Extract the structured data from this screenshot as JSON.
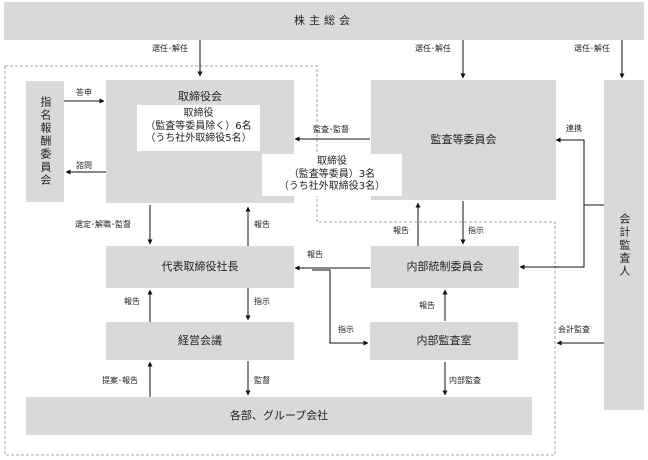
{
  "boxes": {
    "shareholders_meeting": "株主総会",
    "nomination_committee": "指名報酬委員会",
    "board": "取締役会",
    "audit_committee": "監査等委員会",
    "accounting_auditor": "会計監査人",
    "president": "代表取締役社長",
    "internal_control_committee": "内部統制委員会",
    "management_meeting": "経営会議",
    "internal_audit_office": "内部監査室",
    "departments": "各部、グループ会社"
  },
  "notes": {
    "board_directors": [
      "取締役",
      "（監査等委員除く）6名",
      "（うち社外取締役5名）"
    ],
    "audit_directors": [
      "取締役",
      "（監査等委員）3名",
      "（うち社外取締役3名）"
    ]
  },
  "labels": {
    "elect_1": "選任･解任",
    "elect_2": "選任･解任",
    "elect_3": "選任･解任",
    "report_answer": "答申",
    "inquiry": "諮問",
    "audit_supervise": "監査･監督",
    "cooperation": "連携",
    "appoint_dismiss_supervise": "選定･解職･監督",
    "report_board": "報告",
    "report_ac": "報告",
    "instruct_ac": "指示",
    "report_pres": "報告",
    "report_to_pres": "報告",
    "instruct_mgmt": "指示",
    "instruct_audit": "指示",
    "report_ica": "報告",
    "accounting_audit": "会計監査",
    "propose_report": "提案･報告",
    "supervise": "監督",
    "internal_audit": "内部監査"
  }
}
